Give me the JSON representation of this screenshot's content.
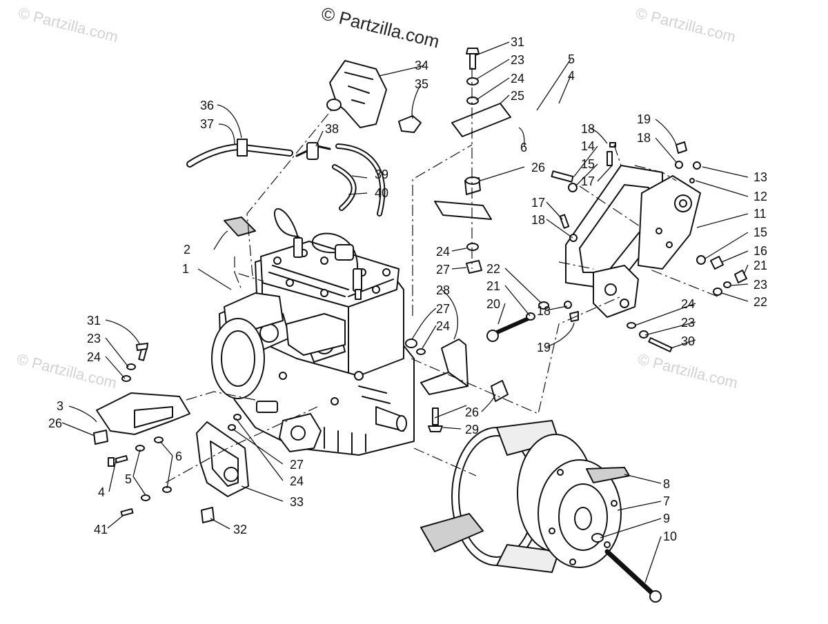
{
  "watermark_main": "© Partzilla.com",
  "watermark_faint": "© Partzilla.com",
  "callouts": [
    "1",
    "2",
    "3",
    "4",
    "5",
    "6",
    "7",
    "8",
    "9",
    "10",
    "11",
    "12",
    "13",
    "14",
    "15",
    "16",
    "17",
    "18",
    "19",
    "20",
    "21",
    "22",
    "23",
    "24",
    "25",
    "26",
    "27",
    "28",
    "29",
    "30",
    "31",
    "32",
    "33",
    "34",
    "35",
    "36",
    "37",
    "38",
    "39",
    "40",
    "41"
  ],
  "colors": {
    "line": "#111111",
    "fill": "#ffffff",
    "shade": "#cfcfcf",
    "watermark": "#d2d2d2"
  }
}
